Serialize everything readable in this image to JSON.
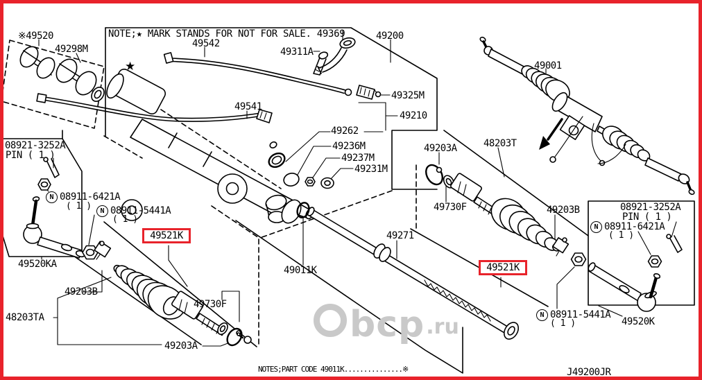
{
  "note_banner": "NOTE;★ MARK STANDS FOR NOT FOR SALE. 49369",
  "bottom_note": "NOTES;PART CODE 49011K...............※",
  "diagram_code": "J49200JR",
  "symbols": {
    "star": "★",
    "circled_n": "N",
    "reference_mark": "※"
  },
  "colors": {
    "line": "#000000",
    "frame_red": "#e8232b",
    "highlight_red": "#e8232b",
    "watermark_gray": "#c9c9c9"
  },
  "watermark": {
    "text": "bcp",
    "suffix": ".ru"
  },
  "labels": {
    "p49520": "※49520",
    "p49298m": "49298M",
    "p49542": "49542",
    "p49311a": "49311A",
    "p49200": "49200",
    "p49001": "49001",
    "p49325m": "49325M",
    "p49210": "49210",
    "p49541": "49541",
    "p49262": "49262",
    "p49236m": "49236M",
    "p49237m": "49237M",
    "p49231m": "49231M",
    "p48203t": "48203T",
    "p48203ta": "48203TA",
    "p49203a": "49203A",
    "p49203b": "49203B",
    "p49730f": "49730F",
    "p49271": "49271",
    "p49011k": "49011K",
    "p49521k": "49521K",
    "p49520ka": "49520KA",
    "p49520k": "49520K",
    "pin_code": "08921-3252A",
    "pin_qty": "PIN ( 1 )",
    "nut_6421a": "08911-6421A",
    "nut_5441a": "08911-5441A",
    "qty_one": "( 1 )"
  }
}
